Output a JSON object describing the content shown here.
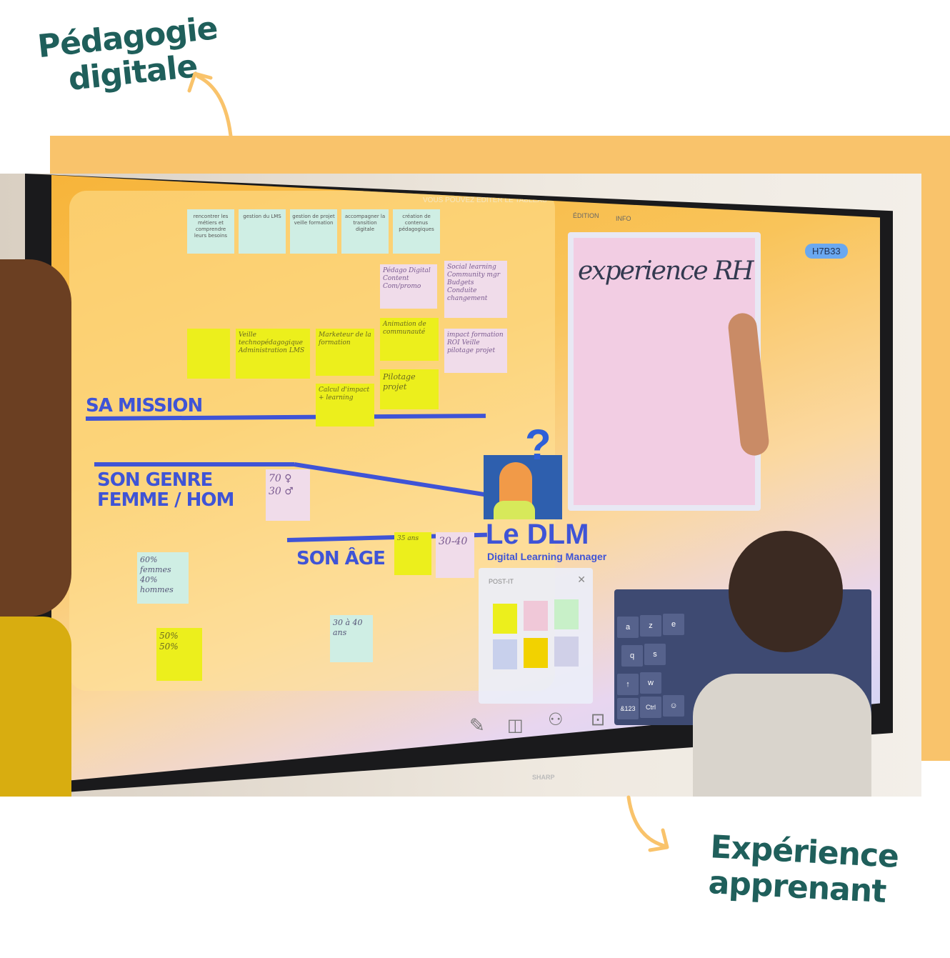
{
  "headline_top": {
    "line1": "Pédagogie",
    "line2": "digitale"
  },
  "headline_bottom": {
    "line1": "Expérience",
    "line2": "apprenant"
  },
  "colors": {
    "accent_band": "#f9c36b",
    "headline": "#1f5f5b",
    "screen_label": "#3f54d6"
  },
  "screen": {
    "topbar": {
      "edit_notice": "VOUS POUVEZ EDITER LE TABLEAU",
      "edition": "ÉDITION",
      "info": "INFO",
      "room_code": "H7B33"
    },
    "labels": {
      "mission": "SA MISSION",
      "gender_1": "SON GENRE",
      "gender_2": "FEMME / HOM",
      "age": "SON ÂGE"
    },
    "logo": {
      "title": "Le DLM",
      "subtitle": "Digital Learning Manager"
    },
    "notes_teal": [
      "rencontrer les métiers et comprendre leurs besoins",
      "gestion du LMS",
      "gestion de projet veille formation",
      "accompagner la transition digitale",
      "création de contenus pédagogiques"
    ],
    "notes_yellow": [
      "Veille technopédagogique Administration LMS",
      "Marketeur de la formation",
      "Animation de communauté",
      "Calcul d'impact + learning",
      "Pilotage projet",
      "35 ans",
      "50% 50%"
    ],
    "notes_pink": [
      "Pédago Digital Content Com/promo",
      "Social learning Community mgr Budgets Conduite changement",
      "impact formation ROI Veille pilotage projet",
      "70 ♀ 30 ♂",
      "30-40"
    ],
    "notes_misc": [
      "60% femmes 40% hommes",
      "30 à 40 ans"
    ],
    "whiteboard_text": "experience RH",
    "postit_panel": {
      "title": "POST-IT",
      "swatches": [
        "#ecef1c",
        "#f0c8d8",
        "#c8f0c8",
        "#c8d0ec",
        "#f2d200",
        "#d0d0e8"
      ]
    },
    "keyboard": {
      "keys": [
        "a",
        "z",
        "e",
        "q",
        "s",
        "↑",
        "w",
        "&123",
        "Ctrl",
        "☺"
      ]
    },
    "brand": "SHARP"
  }
}
